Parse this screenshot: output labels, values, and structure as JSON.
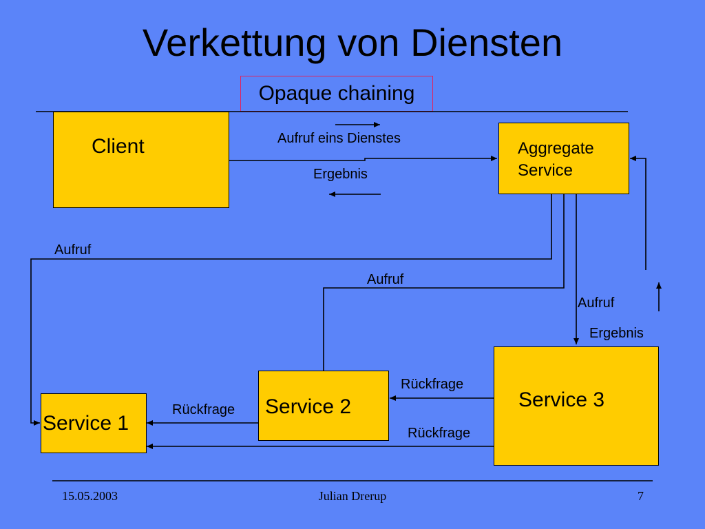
{
  "slide": {
    "title": "Verkettung von Diensten",
    "subtitle": "Opaque chaining"
  },
  "nodes": {
    "client": "Client",
    "aggregate_line1": "Aggregate",
    "aggregate_line2": "Service",
    "service1": "Service 1",
    "service2": "Service 2",
    "service3": "Service 3"
  },
  "edges": {
    "aufruf_eins_dienstes": "Aufruf eins Dienstes",
    "ergebnis_top": "Ergebnis",
    "aufruf_service1": "Aufruf",
    "aufruf_service2": "Aufruf",
    "aufruf_service3": "Aufruf",
    "ergebnis_service3": "Ergebnis",
    "rueckfrage_s2_s1": "Rückfrage",
    "rueckfrage_s3_s2": "Rückfrage",
    "rueckfrage_s3_s1": "Rückfrage"
  },
  "footer": {
    "date": "15.05.2003",
    "author": "Julian Drerup",
    "page": "7"
  },
  "colors": {
    "background": "#5b84f9",
    "box_fill": "#ffcc00",
    "subtitle_border": "#e0245e"
  }
}
